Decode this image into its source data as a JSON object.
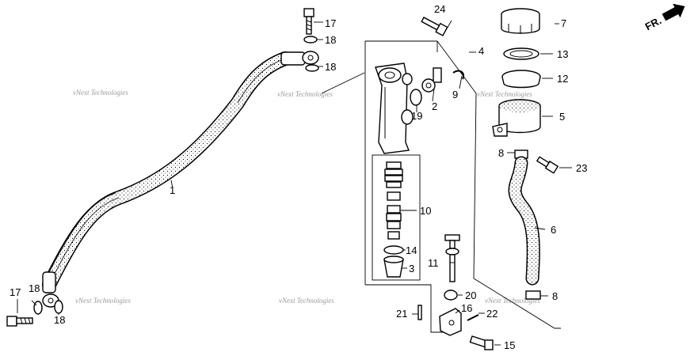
{
  "orientation_marker": {
    "label": "FR."
  },
  "callouts": [
    {
      "id": "c1",
      "label": "1"
    },
    {
      "id": "c2",
      "label": "2"
    },
    {
      "id": "c3",
      "label": "3"
    },
    {
      "id": "c4",
      "label": "4"
    },
    {
      "id": "c5",
      "label": "5"
    },
    {
      "id": "c6",
      "label": "6"
    },
    {
      "id": "c7",
      "label": "7"
    },
    {
      "id": "c8a",
      "label": "8"
    },
    {
      "id": "c8b",
      "label": "8"
    },
    {
      "id": "c9",
      "label": "9"
    },
    {
      "id": "c10",
      "label": "10"
    },
    {
      "id": "c11",
      "label": "11"
    },
    {
      "id": "c12",
      "label": "12"
    },
    {
      "id": "c13",
      "label": "13"
    },
    {
      "id": "c14",
      "label": "14"
    },
    {
      "id": "c15",
      "label": "15"
    },
    {
      "id": "c16",
      "label": "16"
    },
    {
      "id": "c17a",
      "label": "17"
    },
    {
      "id": "c17b",
      "label": "17"
    },
    {
      "id": "c18a",
      "label": "18"
    },
    {
      "id": "c18b",
      "label": "18"
    },
    {
      "id": "c18c",
      "label": "18"
    },
    {
      "id": "c18d",
      "label": "18"
    },
    {
      "id": "c19",
      "label": "19"
    },
    {
      "id": "c20",
      "label": "20"
    },
    {
      "id": "c21",
      "label": "21"
    },
    {
      "id": "c22",
      "label": "22"
    },
    {
      "id": "c23",
      "label": "23"
    },
    {
      "id": "c24",
      "label": "24"
    }
  ],
  "watermark": {
    "text": "vNext Technologies"
  }
}
